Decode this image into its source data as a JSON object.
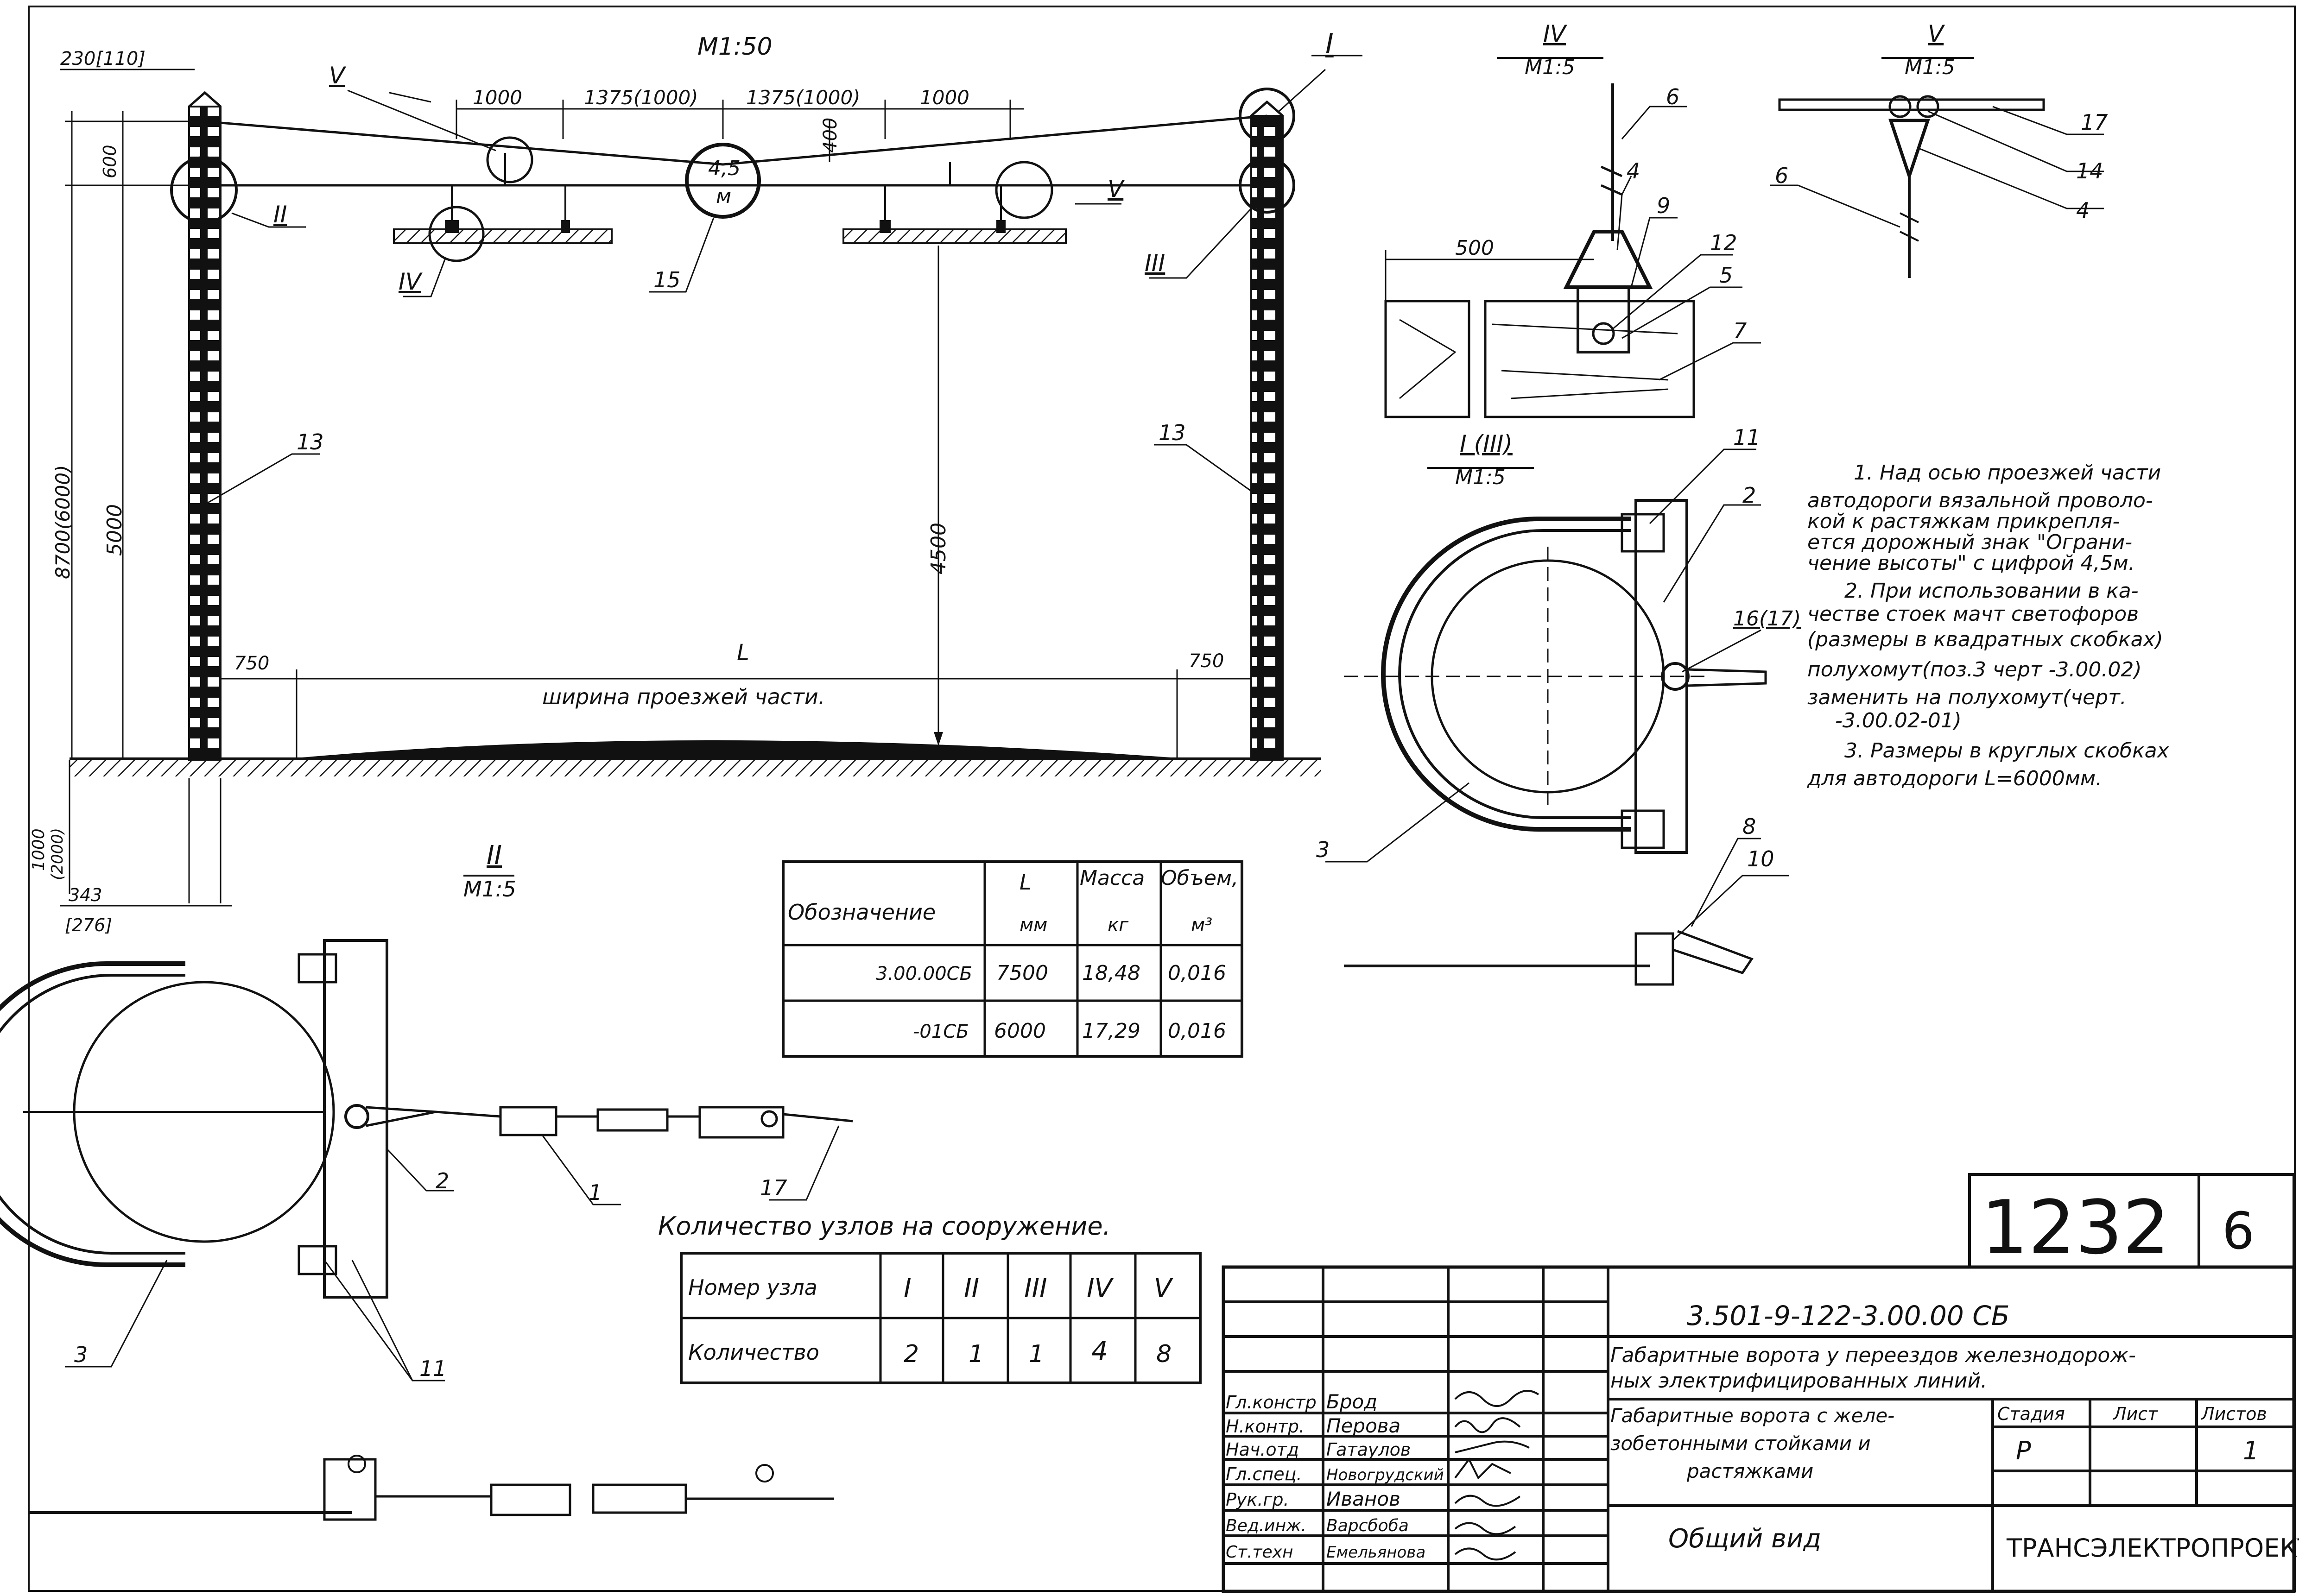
{
  "scale_main": "M1:50",
  "dims": {
    "top_left": "230[110]",
    "d1000a": "1000",
    "d1375a": "1375(1000)",
    "d1375b": "1375(1000)",
    "d1000b": "1000",
    "d400": "400",
    "d600": "600",
    "d8700": "8700(6000)",
    "d5000": "5000",
    "d4500": "4500",
    "d750a": "750",
    "d750b": "750",
    "L": "L",
    "roadway": "ширина проезжей части.",
    "d1000_below": "1000",
    "d1000_below_alt": "(2000)",
    "d343": "343",
    "d276": "[276]"
  },
  "sign": {
    "line1": "4,5",
    "line2": "м"
  },
  "callouts": {
    "I": "I",
    "II": "II",
    "III": "III",
    "IV": "IV",
    "V": "V",
    "V2": "V",
    "n13a": "13",
    "n13b": "13",
    "n15": "15"
  },
  "view_II": {
    "title": "II",
    "scale": "M1:5",
    "n2": "2",
    "n1": "1",
    "n17": "17",
    "n3": "3",
    "n11": "11"
  },
  "view_IV": {
    "title": "IV",
    "scale": "M1:5",
    "n6": "6",
    "n4": "4",
    "n9": "9",
    "n12": "12",
    "n5": "5",
    "n7": "7",
    "d500": "500"
  },
  "view_V": {
    "title": "V",
    "scale": "M1:5",
    "n17": "17",
    "n6": "6",
    "n14": "14",
    "n4": "4"
  },
  "view_I": {
    "title": "I (III)",
    "scale": "M1:5",
    "n11": "11",
    "n2": "2",
    "n16": "16(17)",
    "n3": "3",
    "n8": "8",
    "n10": "10"
  },
  "notes": [
    "1. Над осью проезжей части",
    "автодороги вязальной проволо-",
    "кой к растяжкам прикрепля-",
    "ется дорожный знак \"Ограни-",
    "чение высоты\" с цифрой 4,5м.",
    "2. При использовании в ка-",
    "честве стоек мачт светофоров",
    "(размеры в квадратных скобках)",
    "полухомут(поз.3 черт -3.00.02)",
    "заменить на полухомут(черт.",
    "-3.00.02-01)",
    "3. Размеры в круглых скобках",
    "для автодороги L=6000мм."
  ],
  "spec_table": {
    "headers": [
      "Обозначение",
      "L",
      "Масса",
      "Объем,"
    ],
    "units": [
      "мм",
      "кг",
      "м³"
    ],
    "rows": [
      [
        "3.00.00СБ",
        "7500",
        "18,48",
        "0,016"
      ],
      [
        "-01СБ",
        "6000",
        "17,29",
        "0,016"
      ]
    ]
  },
  "nodes_table": {
    "title": "Количество узлов на сооружение.",
    "row1_label": "Номер узла",
    "row2_label": "Количество",
    "nodes": [
      "I",
      "II",
      "III",
      "IV",
      "V"
    ],
    "counts": [
      "2",
      "1",
      "1",
      "4",
      "8"
    ]
  },
  "title_block": {
    "number": "1232",
    "sheet_top": "6",
    "code": "3.501-9-122-3.00.00 СБ",
    "desc1": "Габаритные ворота у переездов железнодорож-",
    "desc2": "ных электрифицированных линий.",
    "name1": "Габаритные ворота с желе-",
    "name2": "зобетонными стойками и",
    "name3": "растяжками",
    "stage_label": "Стадия",
    "sheet_label": "Лист",
    "sheets_label": "Листов",
    "stage": "Р",
    "sheet": "",
    "sheets": "1",
    "view": "Общий вид",
    "org": "ТРАНСЭЛЕКТРОПРОЕКТ",
    "staff": [
      {
        "role": "Гл.констр",
        "name": "Брод"
      },
      {
        "role": "Н.контр.",
        "name": "Перова"
      },
      {
        "role": "Нач.отд",
        "name": "Гатаулов"
      },
      {
        "role": "Гл.спец.",
        "name": "Новогрудский"
      },
      {
        "role": "Рук.гр.",
        "name": "Иванов"
      },
      {
        "role": "Вед.инж.",
        "name": "Варсбоба"
      },
      {
        "role": "Ст.техн",
        "name": "Емельянова"
      }
    ]
  }
}
